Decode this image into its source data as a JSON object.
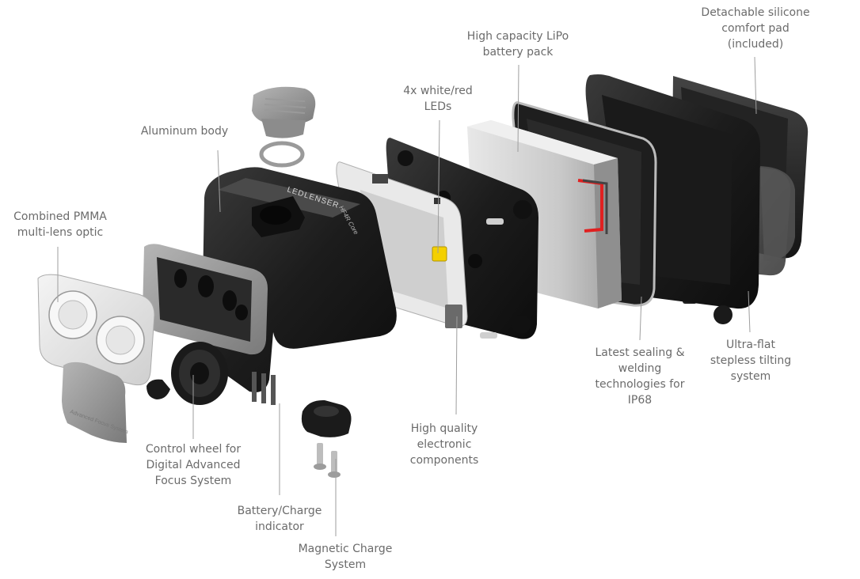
{
  "diagram": {
    "brand_text": "LEDLENSER",
    "model_text": "HF4R Core",
    "focus_cover_text": "Advanced Focus System",
    "labels": [
      {
        "id": "aluminum-body",
        "lines": [
          "Aluminum body"
        ]
      },
      {
        "id": "pmma-optic",
        "lines": [
          "Combined PMMA",
          "multi-lens optic"
        ]
      },
      {
        "id": "leds",
        "lines": [
          "4x white/red",
          "LEDs"
        ]
      },
      {
        "id": "battery-pack",
        "lines": [
          "High capacity LiPo",
          "battery pack"
        ]
      },
      {
        "id": "comfort-pad",
        "lines": [
          "Detachable silicone",
          "comfort pad",
          "(included)"
        ]
      },
      {
        "id": "sealing",
        "lines": [
          "Latest sealing &",
          "welding",
          "technologies for",
          "IP68"
        ]
      },
      {
        "id": "tilting",
        "lines": [
          "Ultra-flat",
          "stepless tilting",
          "system"
        ]
      },
      {
        "id": "electronics",
        "lines": [
          "High quality",
          "electronic",
          "components"
        ]
      },
      {
        "id": "control-wheel",
        "lines": [
          "Control wheel for",
          "Digital Advanced",
          "Focus System"
        ]
      },
      {
        "id": "charge-indicator",
        "lines": [
          "Battery/Charge",
          "indicator"
        ]
      },
      {
        "id": "magnetic-charge",
        "lines": [
          "Magnetic Charge",
          "System"
        ]
      }
    ]
  }
}
